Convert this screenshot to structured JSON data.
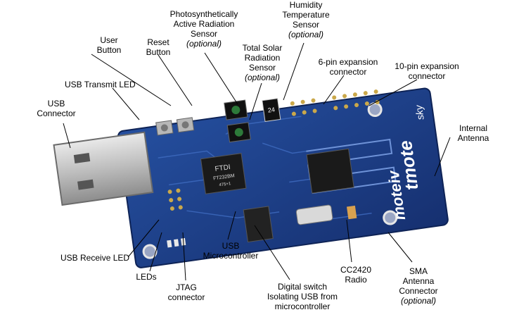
{
  "labels": {
    "par_sensor": {
      "lines": [
        "Photosynthetically",
        "Active Radiation",
        "Sensor"
      ],
      "optional": "(optional)"
    },
    "humidity_sensor": {
      "lines": [
        "Humidity",
        "Temperature",
        "Sensor"
      ],
      "optional": "(optional)"
    },
    "user_button": {
      "lines": [
        "User",
        "Button"
      ]
    },
    "reset_button": {
      "lines": [
        "Reset",
        "Button"
      ]
    },
    "tsr_sensor": {
      "lines": [
        "Total Solar",
        "Radiation",
        "Sensor"
      ],
      "optional": "(optional)"
    },
    "six_pin": {
      "lines": [
        "6-pin expansion",
        "connector"
      ]
    },
    "ten_pin": {
      "lines": [
        "10-pin expansion",
        "connector"
      ]
    },
    "usb_tx_led": {
      "lines": [
        "USB Transmit LED"
      ]
    },
    "usb_connector": {
      "lines": [
        "USB",
        "Connector"
      ]
    },
    "internal_antenna": {
      "lines": [
        "Internal",
        "Antenna"
      ]
    },
    "usb_rx_led": {
      "lines": [
        "USB Receive LED"
      ]
    },
    "leds": {
      "lines": [
        "LEDs"
      ]
    },
    "jtag": {
      "lines": [
        "JTAG",
        "connector"
      ]
    },
    "usb_micro": {
      "lines": [
        "USB",
        "Microcontroller"
      ]
    },
    "digital_switch": {
      "lines": [
        "Digital switch",
        "Isolating USB from",
        "microcontroller"
      ]
    },
    "cc2420": {
      "lines": [
        "CC2420",
        "Radio"
      ]
    },
    "sma": {
      "lines": [
        "SMA",
        "Antenna",
        "Connector"
      ],
      "optional": "(optional)"
    }
  },
  "board_text": {
    "ftdi": "FTDI",
    "ftdi_part": "FT232BM",
    "ftdi_sub": "475+1",
    "brand_tmote": "tmote",
    "brand_sky": "sky",
    "brand_moteiv": "moteiv",
    "sensor_24": "24",
    "usb_plug_color": "#c8c8c8",
    "pcb_color": "#1d3f86"
  }
}
